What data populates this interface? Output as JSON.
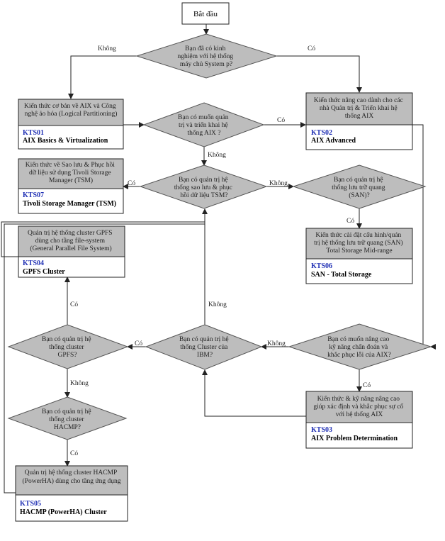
{
  "start": "Bắt đầu",
  "decisions": {
    "d1": [
      "Bạn đã có kinh",
      "nghiệm với hệ thống",
      "máy chủ System p?"
    ],
    "d2": [
      "Bạn có muốn quản",
      "trị và triển khai hệ",
      "thống AIX ?"
    ],
    "d3": [
      "Bạn có quản trị hệ",
      "thống sao lưu & phục",
      "hồi dữ liệu TSM?"
    ],
    "d4": [
      "Bạn có quản trị hệ",
      "thống lưu trữ quang",
      "(SAN)?"
    ],
    "d5": [
      "Bạn có muốn nâng cao",
      "kỹ năng chẩn đoán và",
      "khắc phục lỗi của AIX?"
    ],
    "d6": [
      "Bạn có quản trị hệ",
      "thống Cluster của",
      "IBM?"
    ],
    "d7": [
      "Bạn có quản trị hệ",
      "thống cluster",
      "GPFS?"
    ],
    "d8": [
      "Bạn có quản trị hệ",
      "thống cluster",
      "HACMP?"
    ]
  },
  "courses": {
    "kts01": {
      "desc": [
        "Kiến thức cơ bản về AIX và Công",
        "nghệ ảo hóa (Logical Partitioning)"
      ],
      "code": "KTS01",
      "name": "AIX Basics & Virtualization"
    },
    "kts02": {
      "desc": [
        "Kiến thức nâng cao dành cho các",
        "nhà Quản trị & Triển khai hệ",
        "thống AIX"
      ],
      "code": "KTS02",
      "name": "AIX Advanced"
    },
    "kts07": {
      "desc": [
        "Kiến thức về Sao lưu & Phục hồi",
        "dữ liệu sử dụng Tivoli Storage",
        "Manager (TSM)"
      ],
      "code": "KTS07",
      "name": "Tivoli Storage Manager (TSM)"
    },
    "kts06": {
      "desc": [
        "Kiến thức cài đặt cấu hình/quản",
        "trị hệ thống lưu trữ quang (SAN)",
        "Total Storage Mid-range"
      ],
      "code": "KTS06",
      "name": "SAN - Total Storage"
    },
    "kts04": {
      "desc": [
        "Quản trị hệ thống cluster GPFS",
        "dùng cho tầng file-system",
        "(General Parallel File System)"
      ],
      "code": "KTS04",
      "name": "GPFS Cluster"
    },
    "kts03": {
      "desc": [
        "Kiến thức & kỹ năng nâng cao",
        "giúp xác định và khắc phục sự cố",
        "với hệ thống AIX"
      ],
      "code": "KTS03",
      "name": "AIX Problem Determination"
    },
    "kts05": {
      "desc": [
        "Quản trị hệ thống cluster HACMP",
        "(PowerHA) dùng cho tầng ứng dụng"
      ],
      "code": "KTS05",
      "name": "HACMP (PowerHA) Cluster"
    }
  },
  "edge_labels": {
    "yes": "Có",
    "no": "Không"
  }
}
